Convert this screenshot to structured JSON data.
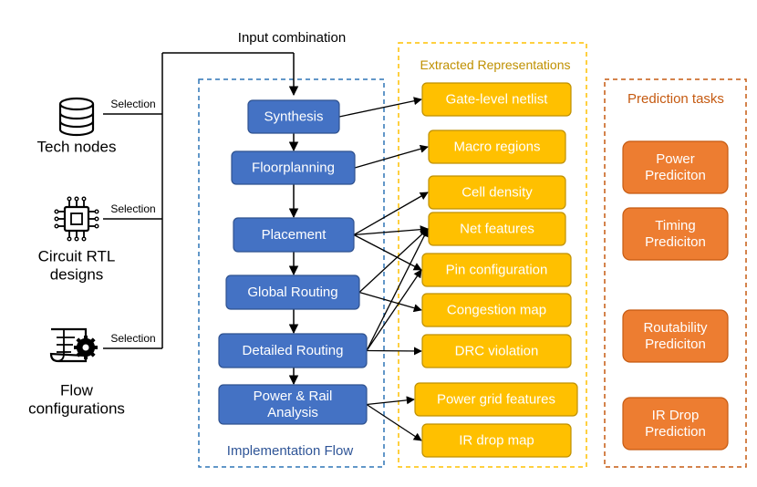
{
  "input_combination_label": "Input combination",
  "selection_label": "Selection",
  "sources": [
    {
      "icon": "database-icon",
      "lines": [
        "Tech nodes"
      ]
    },
    {
      "icon": "chip-icon",
      "lines": [
        "Circuit RTL",
        "designs"
      ]
    },
    {
      "icon": "document-gear-icon",
      "lines": [
        "Flow",
        "configurations"
      ]
    }
  ],
  "implementation_flow": {
    "title": "Implementation Flow",
    "steps": [
      {
        "lines": [
          "Synthesis"
        ]
      },
      {
        "lines": [
          "Floorplanning"
        ]
      },
      {
        "lines": [
          "Placement"
        ]
      },
      {
        "lines": [
          "Global Routing"
        ]
      },
      {
        "lines": [
          "Detailed Routing"
        ]
      },
      {
        "lines": [
          "Power & Rail",
          "Analysis"
        ]
      }
    ]
  },
  "extracted_representations": {
    "title": "Extracted Representations",
    "items": [
      {
        "label": "Gate-level netlist"
      },
      {
        "label": "Macro regions"
      },
      {
        "label": "Cell density"
      },
      {
        "label": "Net features"
      },
      {
        "label": "Pin configuration"
      },
      {
        "label": "Congestion map"
      },
      {
        "label": "DRC violation"
      },
      {
        "label": "Power grid features"
      },
      {
        "label": "IR drop map"
      }
    ]
  },
  "prediction_tasks": {
    "title": "Prediction tasks",
    "items": [
      {
        "lines": [
          "Power",
          "Prediciton"
        ]
      },
      {
        "lines": [
          "Timing",
          "Prediciton"
        ]
      },
      {
        "lines": [
          "Routability",
          "Prediciton"
        ]
      },
      {
        "lines": [
          "IR Drop",
          "Prediction"
        ]
      }
    ]
  },
  "colors": {
    "flow_fill": "#4472C4",
    "flow_stroke": "#2F528F",
    "flow_frame": "#2E75B6",
    "flow_title": "#2F5597",
    "rep_fill": "#FFC000",
    "rep_stroke": "#BF9000",
    "rep_frame": "#FFC000",
    "rep_title": "#BF9000",
    "pred_fill": "#ED7D31",
    "pred_stroke": "#C55A11",
    "pred_frame": "#C55A11",
    "pred_title": "#C55A11",
    "line": "#000000"
  },
  "connections": [
    {
      "from": "Synthesis",
      "to": "Gate-level netlist"
    },
    {
      "from": "Floorplanning",
      "to": "Macro regions"
    },
    {
      "from": "Placement",
      "to": "Cell density"
    },
    {
      "from": "Placement",
      "to": "Net features"
    },
    {
      "from": "Placement",
      "to": "Pin configuration"
    },
    {
      "from": "Global Routing",
      "to": "Net features"
    },
    {
      "from": "Global Routing",
      "to": "Congestion map"
    },
    {
      "from": "Detailed Routing",
      "to": "Net features"
    },
    {
      "from": "Detailed Routing",
      "to": "Pin configuration"
    },
    {
      "from": "Detailed Routing",
      "to": "DRC violation"
    },
    {
      "from": "Power & Rail Analysis",
      "to": "Power grid features"
    },
    {
      "from": "Power & Rail Analysis",
      "to": "IR drop map"
    }
  ]
}
